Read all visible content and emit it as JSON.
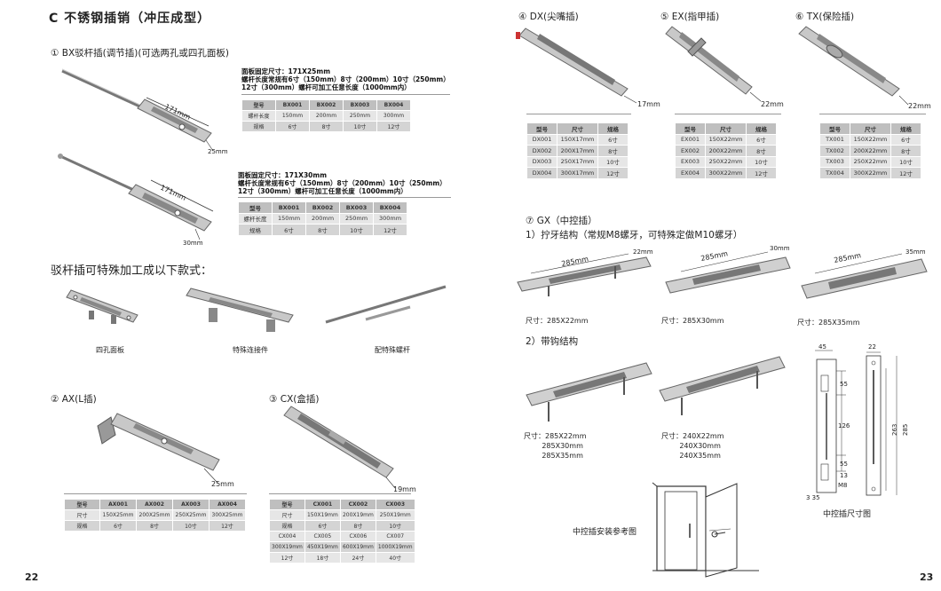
{
  "left": {
    "title": "C 不锈钢插销（冲压成型）",
    "page": "22",
    "bx": {
      "heading": "① BX驳杆插(调节插)(可选两孔或四孔面板)",
      "dim_a": "171mm",
      "dim_a2": "25mm",
      "dim_b": "171mm",
      "dim_b2": "30mm",
      "spec1": "面板固定尺寸：171X25mm\n螺杆长度常规有6寸（150mm）8寸（200mm）10寸（250mm）\n12寸（300mm）螺杆可加工任意长度（1000mm内）",
      "spec2": "面板固定尺寸：171X30mm\n螺杆长度常规有6寸（150mm）8寸（200mm）10寸（250mm）\n12寸（300mm）螺杆可加工任意长度（1000mm内）",
      "table1": {
        "rows": [
          [
            "型号",
            "BX001",
            "BX002",
            "BX003",
            "BX004"
          ],
          [
            "螺杆长度",
            "150mm",
            "200mm",
            "250mm",
            "300mm"
          ],
          [
            "规格",
            "6寸",
            "8寸",
            "10寸",
            "12寸"
          ]
        ]
      },
      "table2": {
        "rows": [
          [
            "型号",
            "BX001",
            "BX002",
            "BX003",
            "BX004"
          ],
          [
            "螺杆长度",
            "150mm",
            "200mm",
            "250mm",
            "300mm"
          ],
          [
            "规格",
            "6寸",
            "8寸",
            "10寸",
            "12寸"
          ]
        ]
      }
    },
    "special": {
      "heading": "驳杆插可特殊加工成以下款式：",
      "captions": [
        "四孔面板",
        "特殊连接件",
        "配特殊螺杆"
      ]
    },
    "ax": {
      "heading": "② AX(L插)",
      "dim": "25mm",
      "table": {
        "rows": [
          [
            "型号",
            "AX001",
            "AX002",
            "AX003",
            "AX004"
          ],
          [
            "尺寸",
            "150X25mm",
            "200X25mm",
            "250X25mm",
            "300X25mm"
          ],
          [
            "规格",
            "6寸",
            "8寸",
            "10寸",
            "12寸"
          ]
        ]
      }
    },
    "cx": {
      "heading": "③ CX(盒插)",
      "dim": "19mm",
      "table": {
        "rows": [
          [
            "型号",
            "CX001",
            "CX002",
            "CX003"
          ],
          [
            "尺寸",
            "150X19mm",
            "200X19mm",
            "250X19mm"
          ],
          [
            "规格",
            "6寸",
            "8寸",
            "10寸"
          ],
          [
            "CX004",
            "CX005",
            "CX006",
            "CX007"
          ],
          [
            "300X19mm",
            "450X19mm",
            "600X19mm",
            "1000X19mm"
          ],
          [
            "12寸",
            "18寸",
            "24寸",
            "40寸"
          ]
        ]
      }
    }
  },
  "right": {
    "page": "23",
    "dx": {
      "heading": "④ DX(尖嘴插)",
      "dim": "17mm",
      "table": {
        "rows": [
          [
            "型号",
            "尺寸",
            "规格"
          ],
          [
            "DX001",
            "150X17mm",
            "6寸"
          ],
          [
            "DX002",
            "200X17mm",
            "8寸"
          ],
          [
            "DX003",
            "250X17mm",
            "10寸"
          ],
          [
            "DX004",
            "300X17mm",
            "12寸"
          ]
        ]
      }
    },
    "ex": {
      "heading": "⑤ EX(指甲插)",
      "dim": "22mm",
      "table": {
        "rows": [
          [
            "型号",
            "尺寸",
            "规格"
          ],
          [
            "EX001",
            "150X22mm",
            "6寸"
          ],
          [
            "EX002",
            "200X22mm",
            "8寸"
          ],
          [
            "EX003",
            "250X22mm",
            "10寸"
          ],
          [
            "EX004",
            "300X22mm",
            "12寸"
          ]
        ]
      }
    },
    "tx": {
      "heading": "⑥ TX(保险插)",
      "dim": "22mm",
      "table": {
        "rows": [
          [
            "型号",
            "尺寸",
            "规格"
          ],
          [
            "TX001",
            "150X22mm",
            "6寸"
          ],
          [
            "TX002",
            "200X22mm",
            "8寸"
          ],
          [
            "TX003",
            "250X22mm",
            "10寸"
          ],
          [
            "TX004",
            "300X22mm",
            "12寸"
          ]
        ]
      }
    },
    "gx": {
      "heading": "⑦ GX（中控插）",
      "sub1": "1）拧牙结构（常规M8螺牙，可特殊定做M10螺牙）",
      "sub2": "2）带钩结构",
      "items": [
        {
          "len": "285mm",
          "w": "22mm",
          "cap": "尺寸：285X22mm"
        },
        {
          "len": "285mm",
          "w": "30mm",
          "cap": "尺寸：285X30mm"
        },
        {
          "len": "285mm",
          "w": "35mm",
          "cap": "尺寸：285X35mm"
        }
      ],
      "hook_cap1": "尺寸：285X22mm\n        285X30mm\n        285X35mm",
      "hook_cap2": "尺寸：240X22mm\n        240X30mm\n        240X35mm",
      "install_caption": "中控插安装参考图",
      "drawing_caption": "中控插尺寸图",
      "drawing_dims": {
        "d45": "45",
        "d22": "22",
        "d55a": "55",
        "d126": "126",
        "d263": "263",
        "d285": "285",
        "d55b": "55",
        "d13": "13",
        "m8": "M8",
        "d335": "3 35"
      }
    }
  }
}
